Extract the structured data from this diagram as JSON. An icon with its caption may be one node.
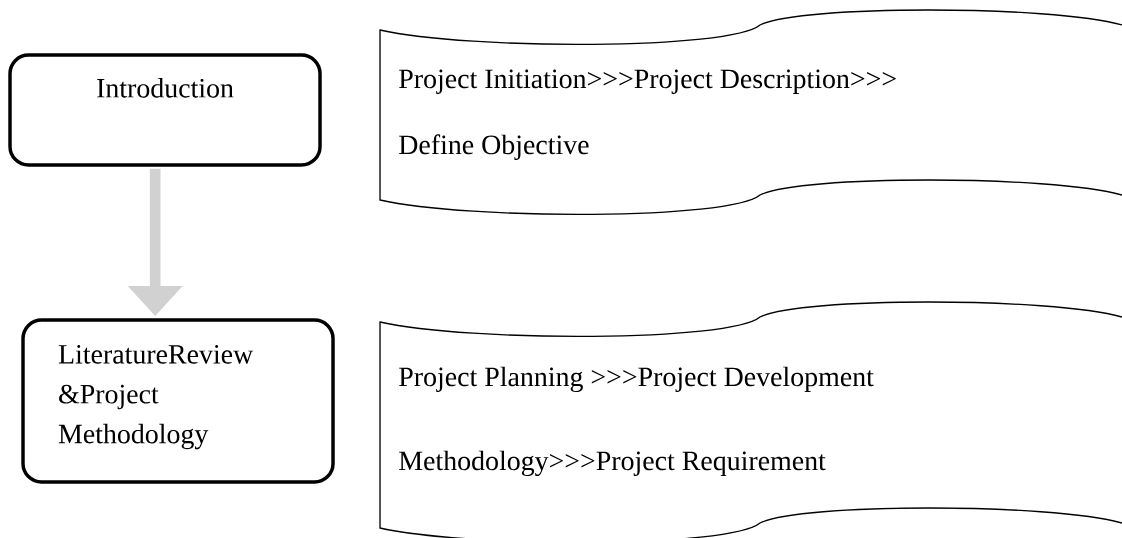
{
  "diagram": {
    "nodes": [
      {
        "text": [
          "Introduction"
        ]
      },
      {
        "text": [
          "Project Initiation>>>Project Description>>>",
          "Define Objective"
        ]
      },
      {
        "text": [
          "LiteratureReview &Project Methodology"
        ]
      },
      {
        "text": [
          "Project Planning >>>Project Development",
          "Methodology>>>Project Requirement"
        ]
      }
    ],
    "edges": [
      {
        "from": 0,
        "to": 2,
        "arrow": "to"
      }
    ]
  }
}
